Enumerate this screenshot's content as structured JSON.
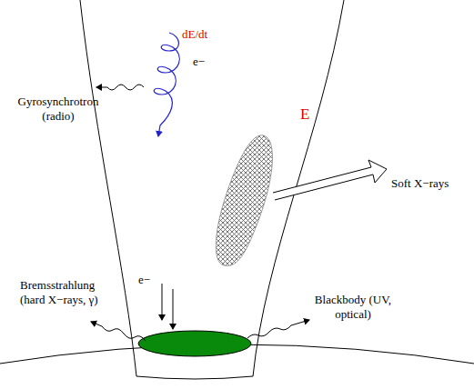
{
  "diagram": {
    "labels": [
      "dE/dt",
      "e−",
      "Gyrosynchrotron (radio)",
      "E",
      "Soft X−rays",
      "e−",
      "Bremsstrahlung (hard X−rays, γ)",
      "Blackbody (UV, optical)"
    ]
  }
}
